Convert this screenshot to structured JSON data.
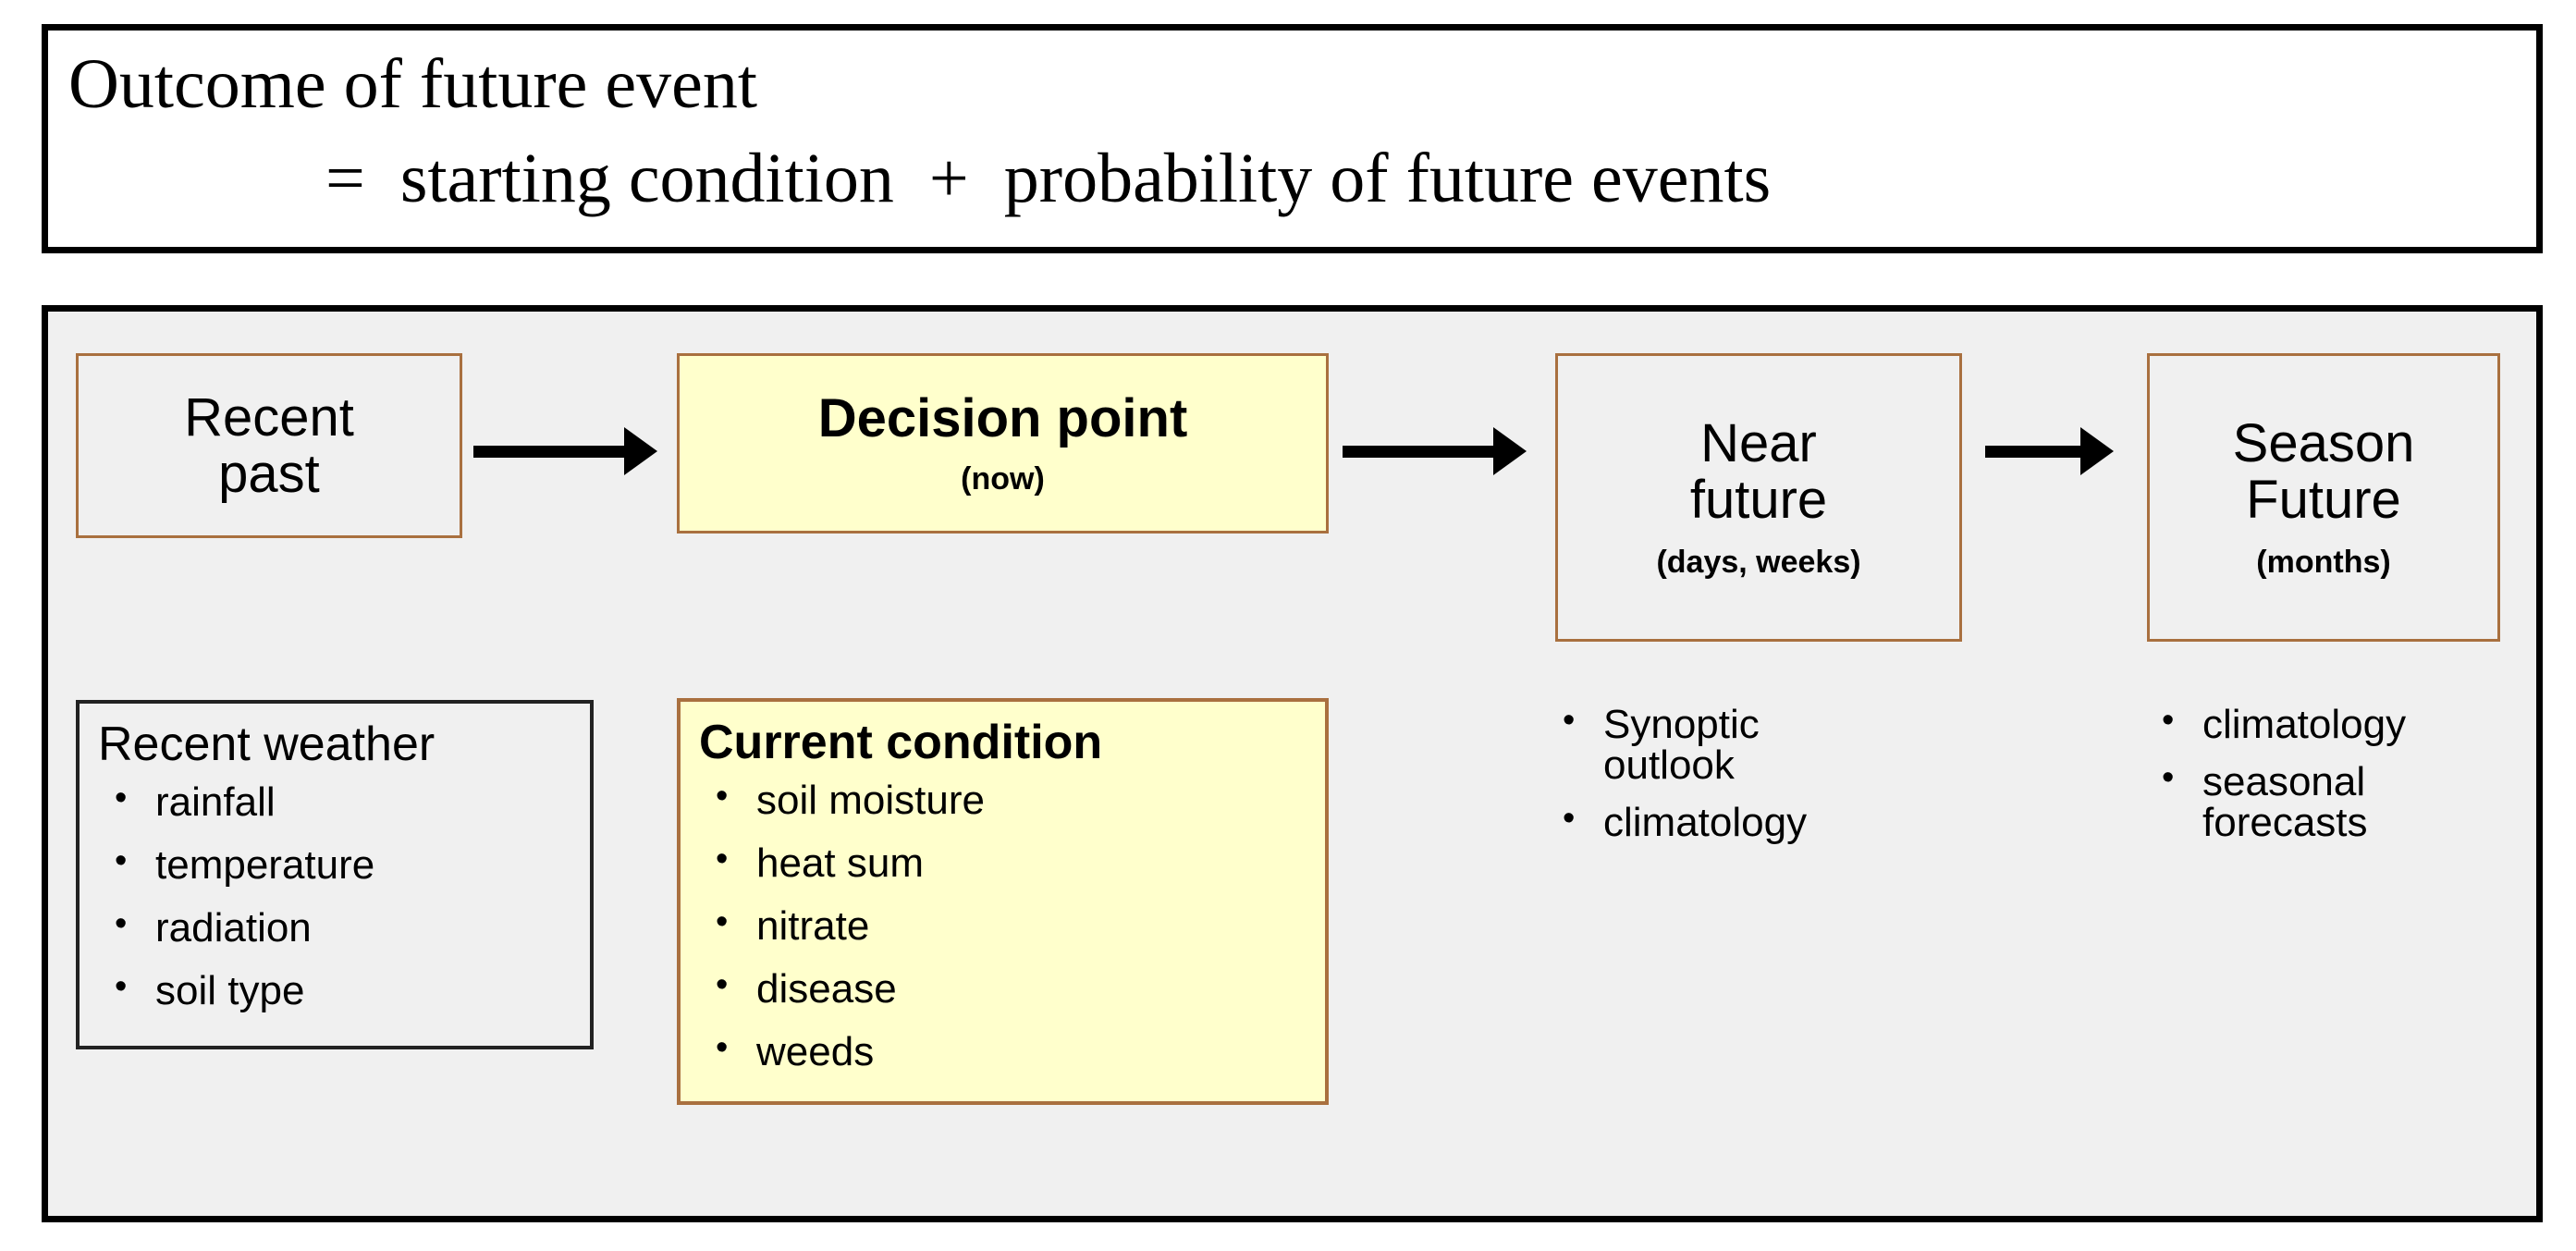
{
  "equation": {
    "line1": "Outcome of future event",
    "line2": "=  starting condition  +  probability of future events"
  },
  "diagram": {
    "stages": [
      {
        "id": "recent-past",
        "title": "Recent\npast",
        "subtitle": "",
        "style": "plain",
        "border_color": "#a9703f",
        "fill_color": "#f0f0f0"
      },
      {
        "id": "decision-point",
        "title": "Decision point",
        "subtitle": "(now)",
        "style": "accent",
        "border_color": "#a9703f",
        "fill_color": "#ffffcc"
      },
      {
        "id": "near-future",
        "title": "Near\nfuture",
        "subtitle": "(days, weeks)",
        "style": "plain",
        "border_color": "#a9703f",
        "fill_color": "#f0f0f0"
      },
      {
        "id": "season-future",
        "title": "Season\nFuture",
        "subtitle": "(months)",
        "style": "plain",
        "border_color": "#a9703f",
        "fill_color": "#f0f0f0"
      }
    ],
    "arrows": [
      {
        "id": "arrow-recent-to-decision",
        "from": "recent-past",
        "to": "decision-point",
        "direction": "right"
      },
      {
        "id": "arrow-decision-to-near",
        "from": "decision-point",
        "to": "near-future",
        "direction": "right"
      },
      {
        "id": "arrow-near-to-season",
        "from": "near-future",
        "to": "season-future",
        "direction": "right"
      }
    ],
    "details": [
      {
        "id": "recent-weather",
        "title": "Recent weather",
        "title_bold": false,
        "bordered": true,
        "border_color": "#222222",
        "fill_color": "#f0f0f0",
        "items": [
          "rainfall",
          "temperature",
          "radiation",
          "soil type"
        ]
      },
      {
        "id": "current-condition",
        "title": "Current condition",
        "title_bold": true,
        "bordered": true,
        "border_color": "#a9703f",
        "fill_color": "#ffffcc",
        "items": [
          "soil moisture",
          "heat sum",
          "nitrate",
          "disease",
          "weeds"
        ]
      },
      {
        "id": "near-future-items",
        "title": "",
        "title_bold": false,
        "bordered": false,
        "border_color": "",
        "fill_color": "",
        "items": [
          "Synoptic\noutlook",
          "climatology"
        ]
      },
      {
        "id": "season-future-items",
        "title": "",
        "title_bold": false,
        "bordered": false,
        "border_color": "",
        "fill_color": "",
        "items": [
          "climatology",
          "seasonal\nforecasts"
        ]
      }
    ]
  },
  "colors": {
    "panel_background": "#f0f0f0",
    "panel_border": "#000000",
    "accent_fill": "#ffffcc",
    "accent_border": "#a9703f",
    "text": "#000000"
  }
}
